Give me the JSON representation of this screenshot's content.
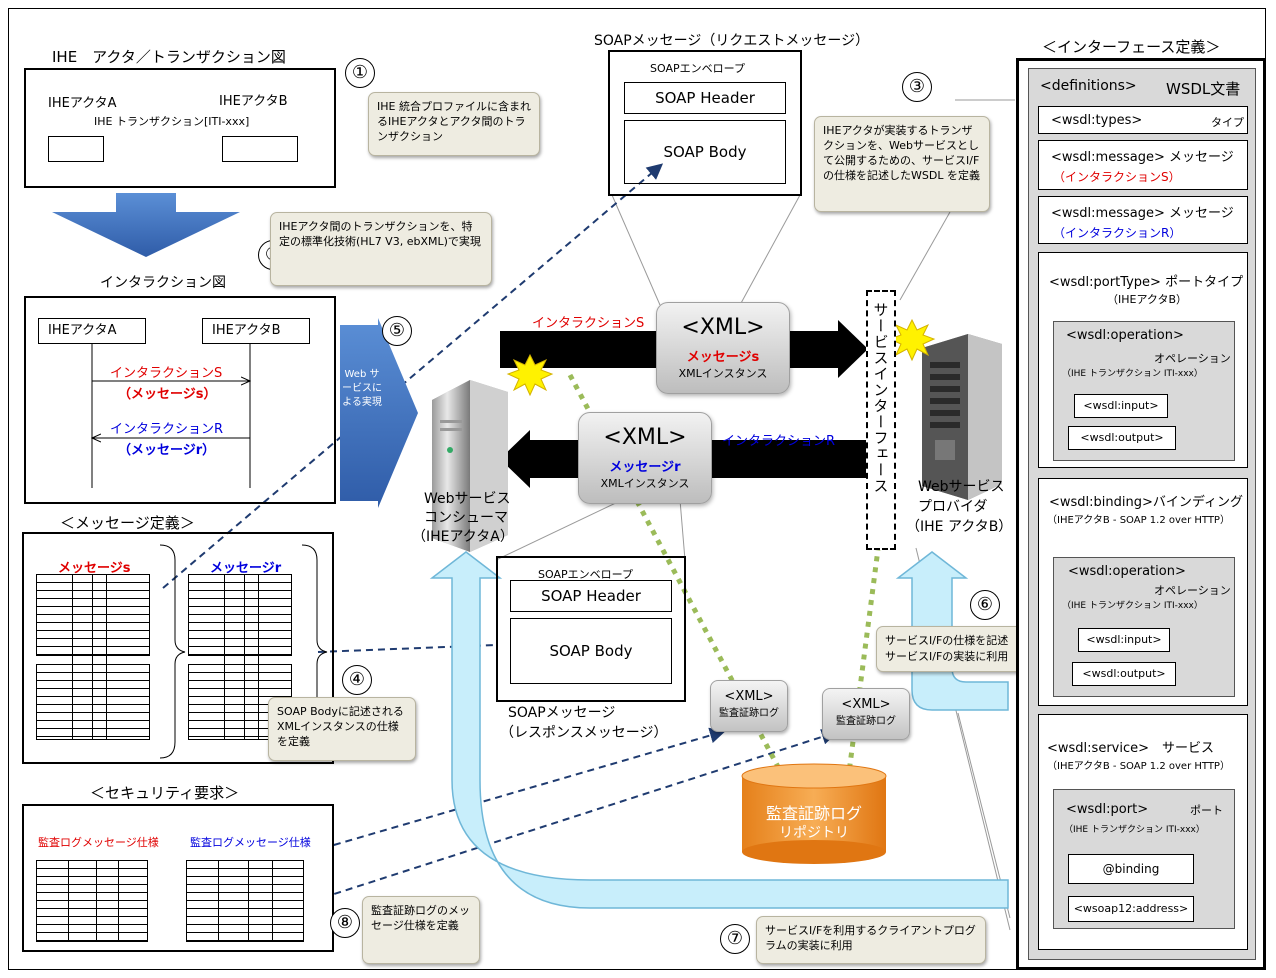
{
  "actor_diagram": {
    "title": "IHE　アクタ／トランザクション図",
    "actor_a": "IHEアクタA",
    "actor_b": "IHEアクタB",
    "transaction": "IHE トランザクション[ITI-xxx]"
  },
  "interaction_diagram": {
    "title": "インタラクション図",
    "actor_a": "IHEアクタA",
    "actor_b": "IHEアクタB",
    "interaction_s": "インタラクションS",
    "message_s": "（メッセージs）",
    "interaction_r": "インタラクションR",
    "message_r": "（メッセージr）"
  },
  "notes": {
    "n1": "IHE 統合プロファイルに含まれるIHEアクタとアクタ間のトランザクション",
    "n2": "IHEアクタ間のトランザクションを、特定の標準化技術(HL7 V3, ebXML)で実現",
    "n3": "IHEアクタが実装するトランザクションを、Webサービスとして公開するための、サービスI/Fの仕様を記述したWSDL を定義",
    "n4": "SOAP Bodyに記述されるXMLインスタンスの仕様を定義",
    "n6_line1": "サービスI/Fの仕様を記述",
    "n6_line2": "サービスI/Fの実装に利用",
    "n7": "サービスI/Fを利用するクライアントプログラムの実装に利用",
    "n8": "監査証跡ログのメッセージ仕様を定義"
  },
  "numbers": [
    "①",
    "②",
    "③",
    "④",
    "⑤",
    "⑥",
    "⑦",
    "⑧"
  ],
  "message_def": {
    "title": "＜メッセージ定義＞",
    "message_s": "メッセージs",
    "message_r": "メッセージr"
  },
  "security": {
    "title": "＜セキュリティ要求＞",
    "spec_left": "監査ログメッセージ仕様",
    "spec_right": "監査ログメッセージ仕様"
  },
  "soap_request": {
    "title": "SOAPメッセージ（リクエストメッセージ）",
    "envelope": "SOAPエンベロープ",
    "header": "SOAP Header",
    "body": "SOAP Body"
  },
  "soap_response": {
    "title_line1": "SOAPメッセージ",
    "title_line2": "（レスポンスメッセージ）",
    "envelope": "SOAPエンベロープ",
    "header": "SOAP Header",
    "body": "SOAP Body"
  },
  "flow": {
    "web_service_arrow": "Web サービスによる実現",
    "interaction_s": "インタラクションS",
    "interaction_r": "インタラクションR",
    "xml_top": "<XML>",
    "message_s": "メッセージs",
    "xml_instance_s": "XMLインスタンス",
    "xml_bottom": "<XML>",
    "message_r": "メッセージr",
    "xml_instance_r": "XMLインスタンス",
    "consumer_line1": "Webサービス",
    "consumer_line2": "コンシューマ",
    "consumer_line3": "（IHEアクタA）",
    "provider_line1": "Webサービス",
    "provider_line2": "プロバイダ",
    "provider_line3": "（IHE アクタB）",
    "service_interface": "サービスインターフェース",
    "audit_xml_1": "<XML>",
    "audit_log_1": "監査証跡ログ",
    "audit_xml_2": "<XML>",
    "audit_log_2": "監査証跡ログ",
    "repository_line1": "監査証跡ログ",
    "repository_line2": "リポジトリ"
  },
  "wsdl": {
    "section_title": "＜インターフェース定義＞",
    "definitions": "<definitions>",
    "doc_title": "WSDL文書",
    "types": "<wsdl:types>",
    "types_label": "タイプ",
    "message1": "<wsdl:message> メッセージ",
    "message1_sub": "（インタラクションS）",
    "message2": "<wsdl:message> メッセージ",
    "message2_sub": "（インタラクションR）",
    "porttype": "<wsdl:portType> ポートタイプ",
    "porttype_sub": "（IHEアクタB）",
    "op1": "<wsdl:operation>",
    "op1_label": "オペレーション",
    "op1_sub": "（IHE トランザクション ITI-xxx）",
    "op1_input": "<wsdl:input>",
    "op1_output": "<wsdl:output>",
    "binding": "<wsdl:binding>バインディング",
    "binding_sub": "（IHEアクタB - SOAP 1.2 over HTTP）",
    "op2": "<wsdl:operation>",
    "op2_label": "オペレーション",
    "op2_sub": "（IHE トランザクション ITI-xxx）",
    "op2_input": "<wsdl:input>",
    "op2_output": "<wsdl:output>",
    "service": "<wsdl:service>　サービス",
    "service_sub": "（IHEアクタB - SOAP 1.2 over HTTP）",
    "port": "<wsdl:port>",
    "port_label": "ポート",
    "port_sub": "（IHE トランザクション ITI-xxx）",
    "port_binding": "@binding",
    "port_address": "<wsoap12:address>"
  },
  "colors": {
    "red": "#e00000",
    "blue": "#0000dd",
    "arrow_blue": "#4472c4",
    "light_blue": "#c8eefb",
    "orange": "#f39a2b",
    "green_dots": "#9bbb59"
  }
}
